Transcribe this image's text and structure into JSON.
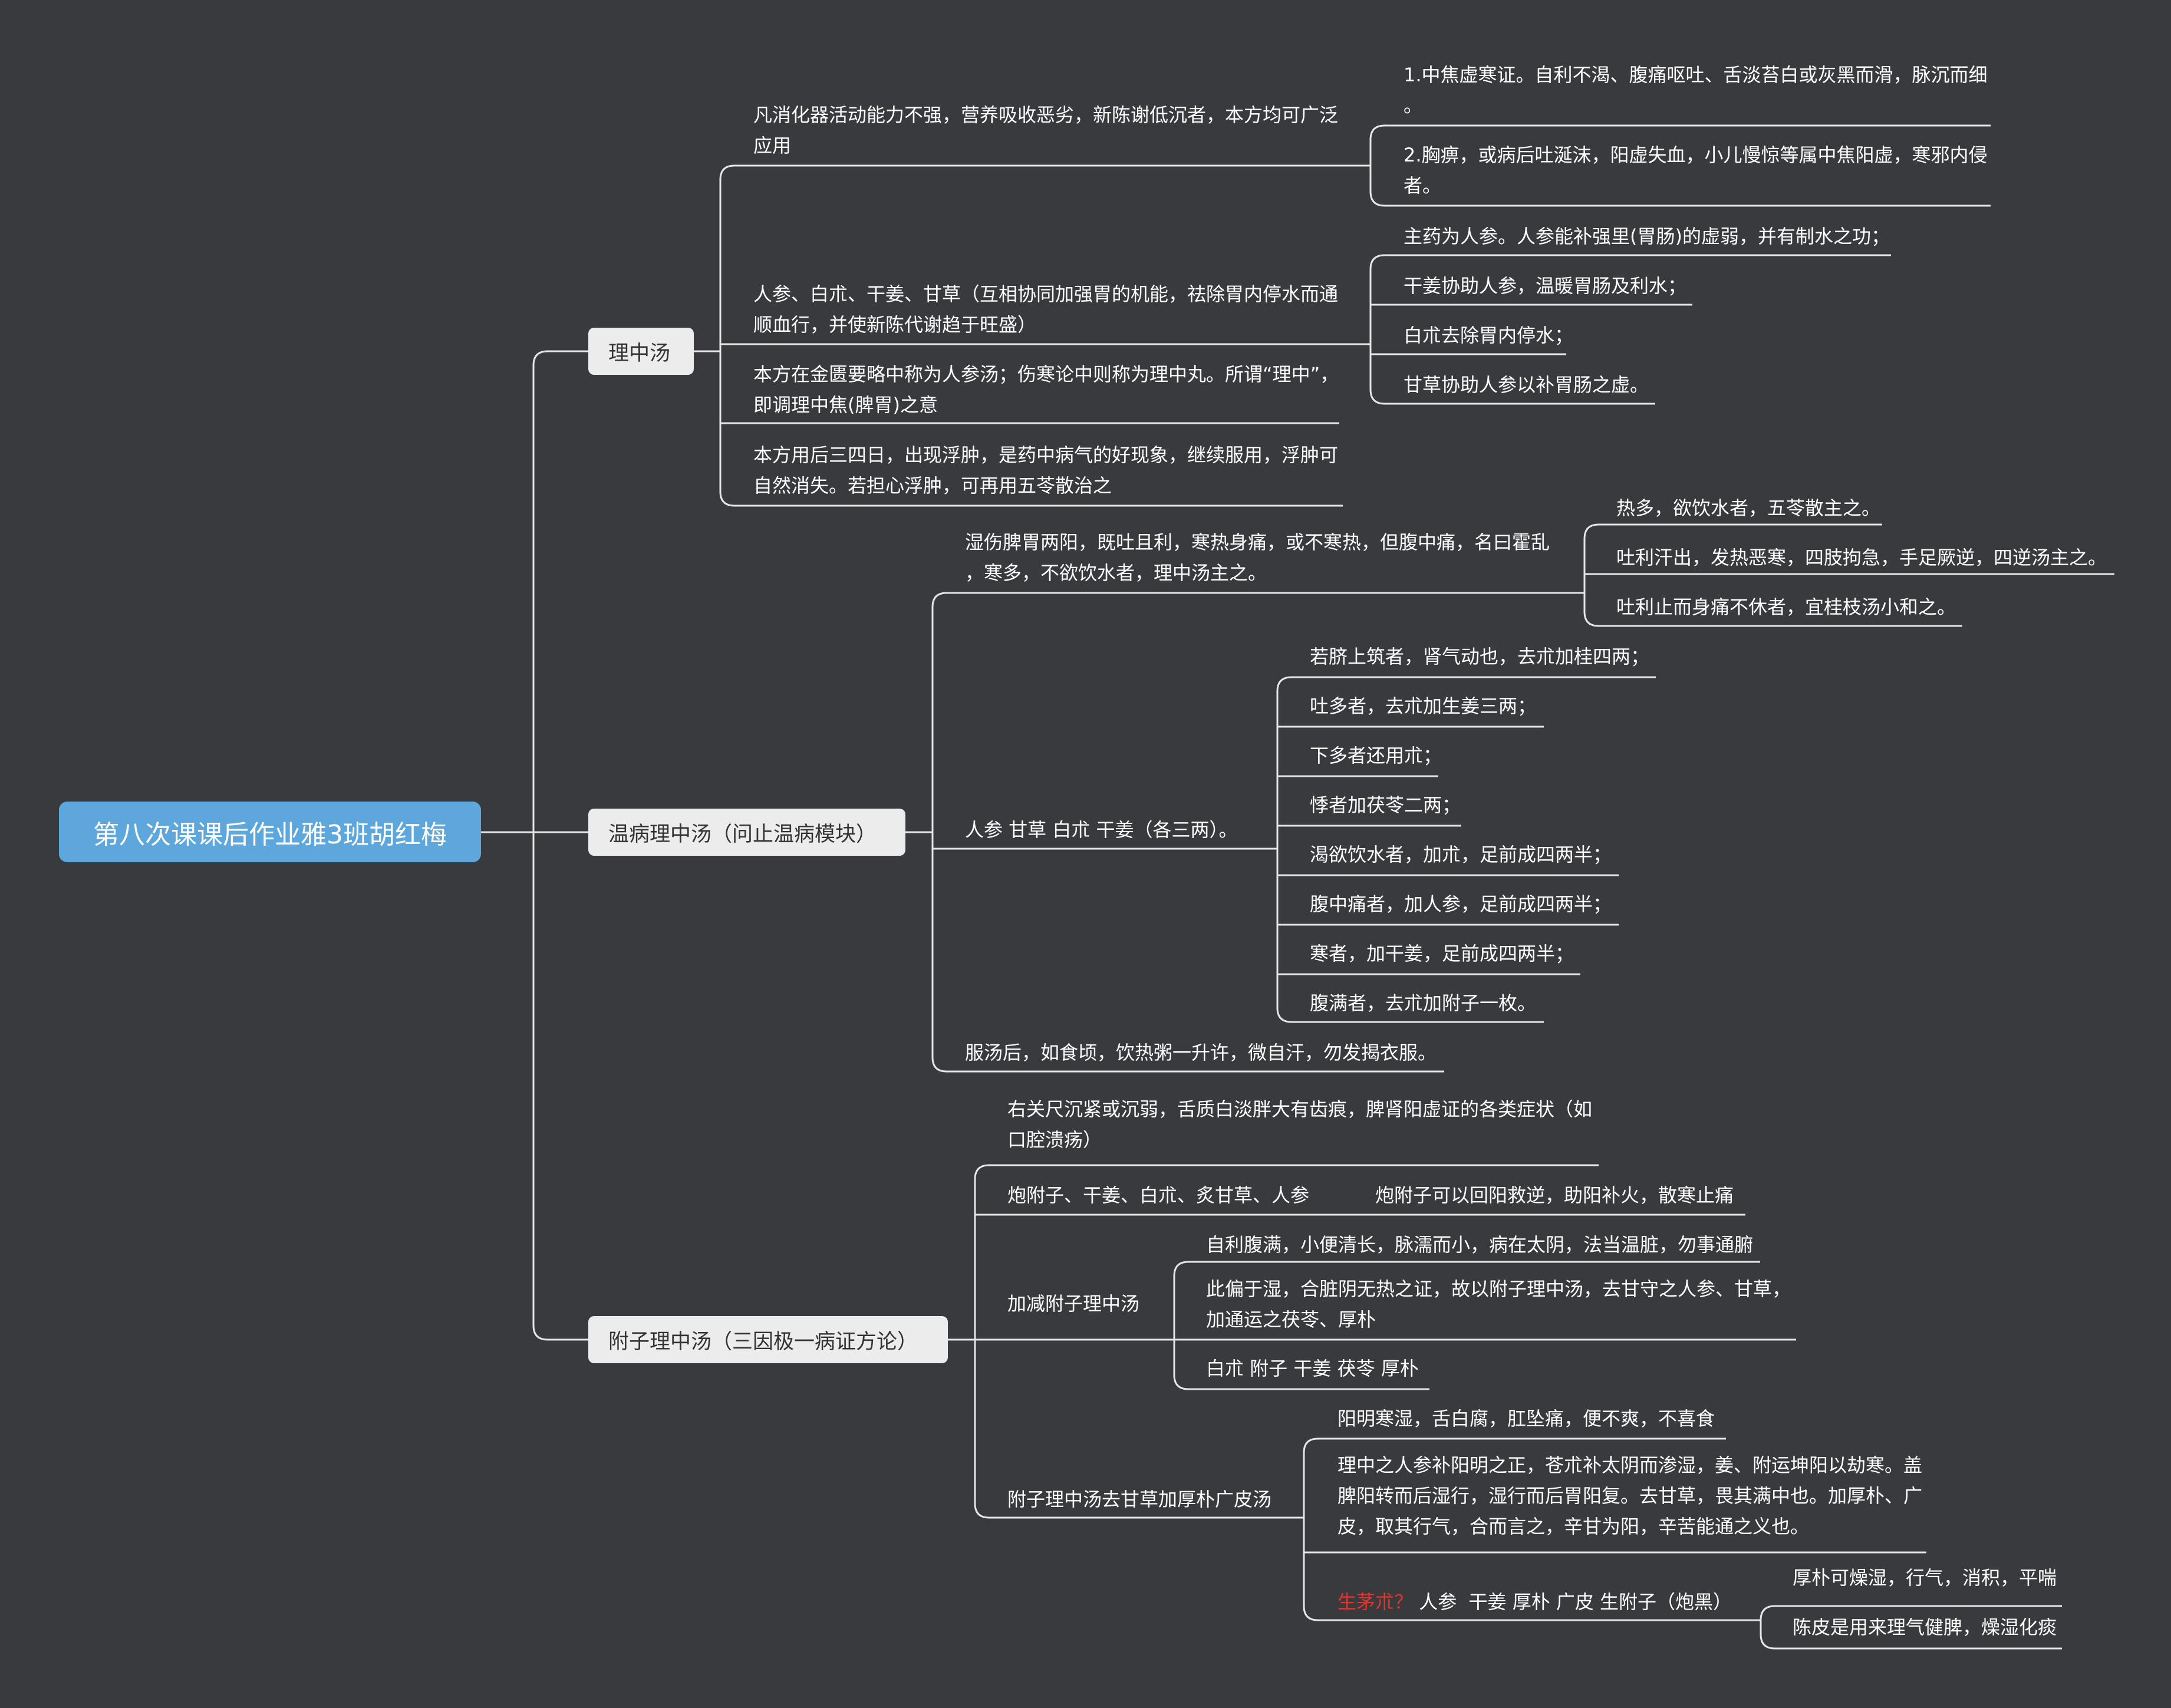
{
  "root": "第八次课课后作业雅3班胡红梅",
  "branches": {
    "lz": {
      "title": "理中汤",
      "indications": "凡消化器活动能力不强，营养吸收恶劣，新陈谢低沉者，本方均可广泛\n应用",
      "ind1": "1.中焦虚寒证。自利不渴、腹痛呕吐、舌淡苔白或灰黑而滑，脉沉而细\n。",
      "ind2": "2.胸痹，或病后吐涎沫，阳虚失血，小儿慢惊等属中焦阳虚，寒邪内侵\n者。",
      "herbs": "人参、白朮、干姜、甘草（互相协同加强胃的机能，祛除胃内停水而通\n顺血行，并使新陈代谢趋于旺盛）",
      "h1": "主药为人参。人参能补强里(胃肠)的虚弱，并有制水之功；",
      "h2": "干姜协助人参，温暖胃肠及利水；",
      "h3": "白朮去除胃内停水；",
      "h4": "甘草协助人参以补胃肠之虚。",
      "name_note": "本方在金匮要略中称为人参汤；伤寒论中则称为理中丸。所谓“理中”，\n即调理中焦(脾胃)之意",
      "after_note": "本方用后三四日，出现浮肿，是药中病气的好现象，继续服用，浮肿可\n自然消失。若担心浮肿，可再用五苓散治之"
    },
    "wb": {
      "title": "温病理中汤（问止温病模块）",
      "cond": "湿伤脾胃两阳，既吐且利，寒热身痛，或不寒热，但腹中痛，名曰霍乱\n，寒多，不欲饮水者，理中汤主之。",
      "c1": "热多，欲饮水者，五苓散主之。",
      "c2": "吐利汗出，发热恶寒，四肢拘急，手足厥逆，四逆汤主之。",
      "c3": "吐利止而身痛不休者，宜桂枝汤小和之。",
      "herbs": "人参 甘草 白朮 干姜（各三两）。",
      "m1": "若脐上筑者，肾气动也，去朮加桂四两；",
      "m2": "吐多者，去朮加生姜三两；",
      "m3": "下多者还用朮；",
      "m4": "悸者加茯苓二两；",
      "m5": "渴欲饮水者，加朮，足前成四两半；",
      "m6": "腹中痛者，加人参，足前成四两半；",
      "m7": "寒者，加干姜，足前成四两半；",
      "m8": "腹满者，去朮加附子一枚。",
      "after": "服汤后，如食顷，饮热粥一升许，微自汗，勿发揭衣服。"
    },
    "fz": {
      "title": "附子理中汤（三因极一病证方论）",
      "symptoms": "右关尺沉紧或沉弱，舌质白淡胖大有齿痕，脾肾阳虚证的各类症状（如\n口腔溃疡）",
      "herbs": "炮附子、干姜、白朮、炙甘草、人参",
      "herbs_note": "炮附子可以回阳救逆，助阳补火，散寒止痛",
      "jj": "加减附子理中汤",
      "jj1": "自利腹满，小便清长，脉濡而小，病在太阴，法当温脏，勿事通腑",
      "jj2": "此偏于湿，合脏阴无热之证，故以附子理中汤，去甘守之人参、甘草，\n加通运之茯苓、厚朴",
      "jj3": "白朮 附子 干姜 茯苓 厚朴",
      "qu": "附子理中汤去甘草加厚朴广皮汤",
      "qu1": "阳明寒湿，舌白腐，肛坠痛，便不爽，不喜食",
      "qu2": "理中之人参补阳明之正，苍朮补太阴而渗湿，姜、附运坤阳以劫寒。盖\n脾阳转而后湿行，湿行而后胃阳复。去甘草，畏其满中也。加厚朴、广\n皮，取其行气，合而言之，辛甘为阳，辛苦能通之义也。",
      "qu3_red": "生茅朮？",
      "qu3_rest": " 人参  干姜 厚朴 广皮 生附子（炮黑）",
      "p1": "厚朴可燥湿，行气，消积，平喘",
      "p2": "陈皮是用来理气健脾，燥湿化痰"
    }
  },
  "colors": {
    "background": "#393a3e",
    "root": "#5da7dd",
    "branch_box": "#ececec",
    "line": "#e6e6e6",
    "highlight": "#e2352b"
  }
}
